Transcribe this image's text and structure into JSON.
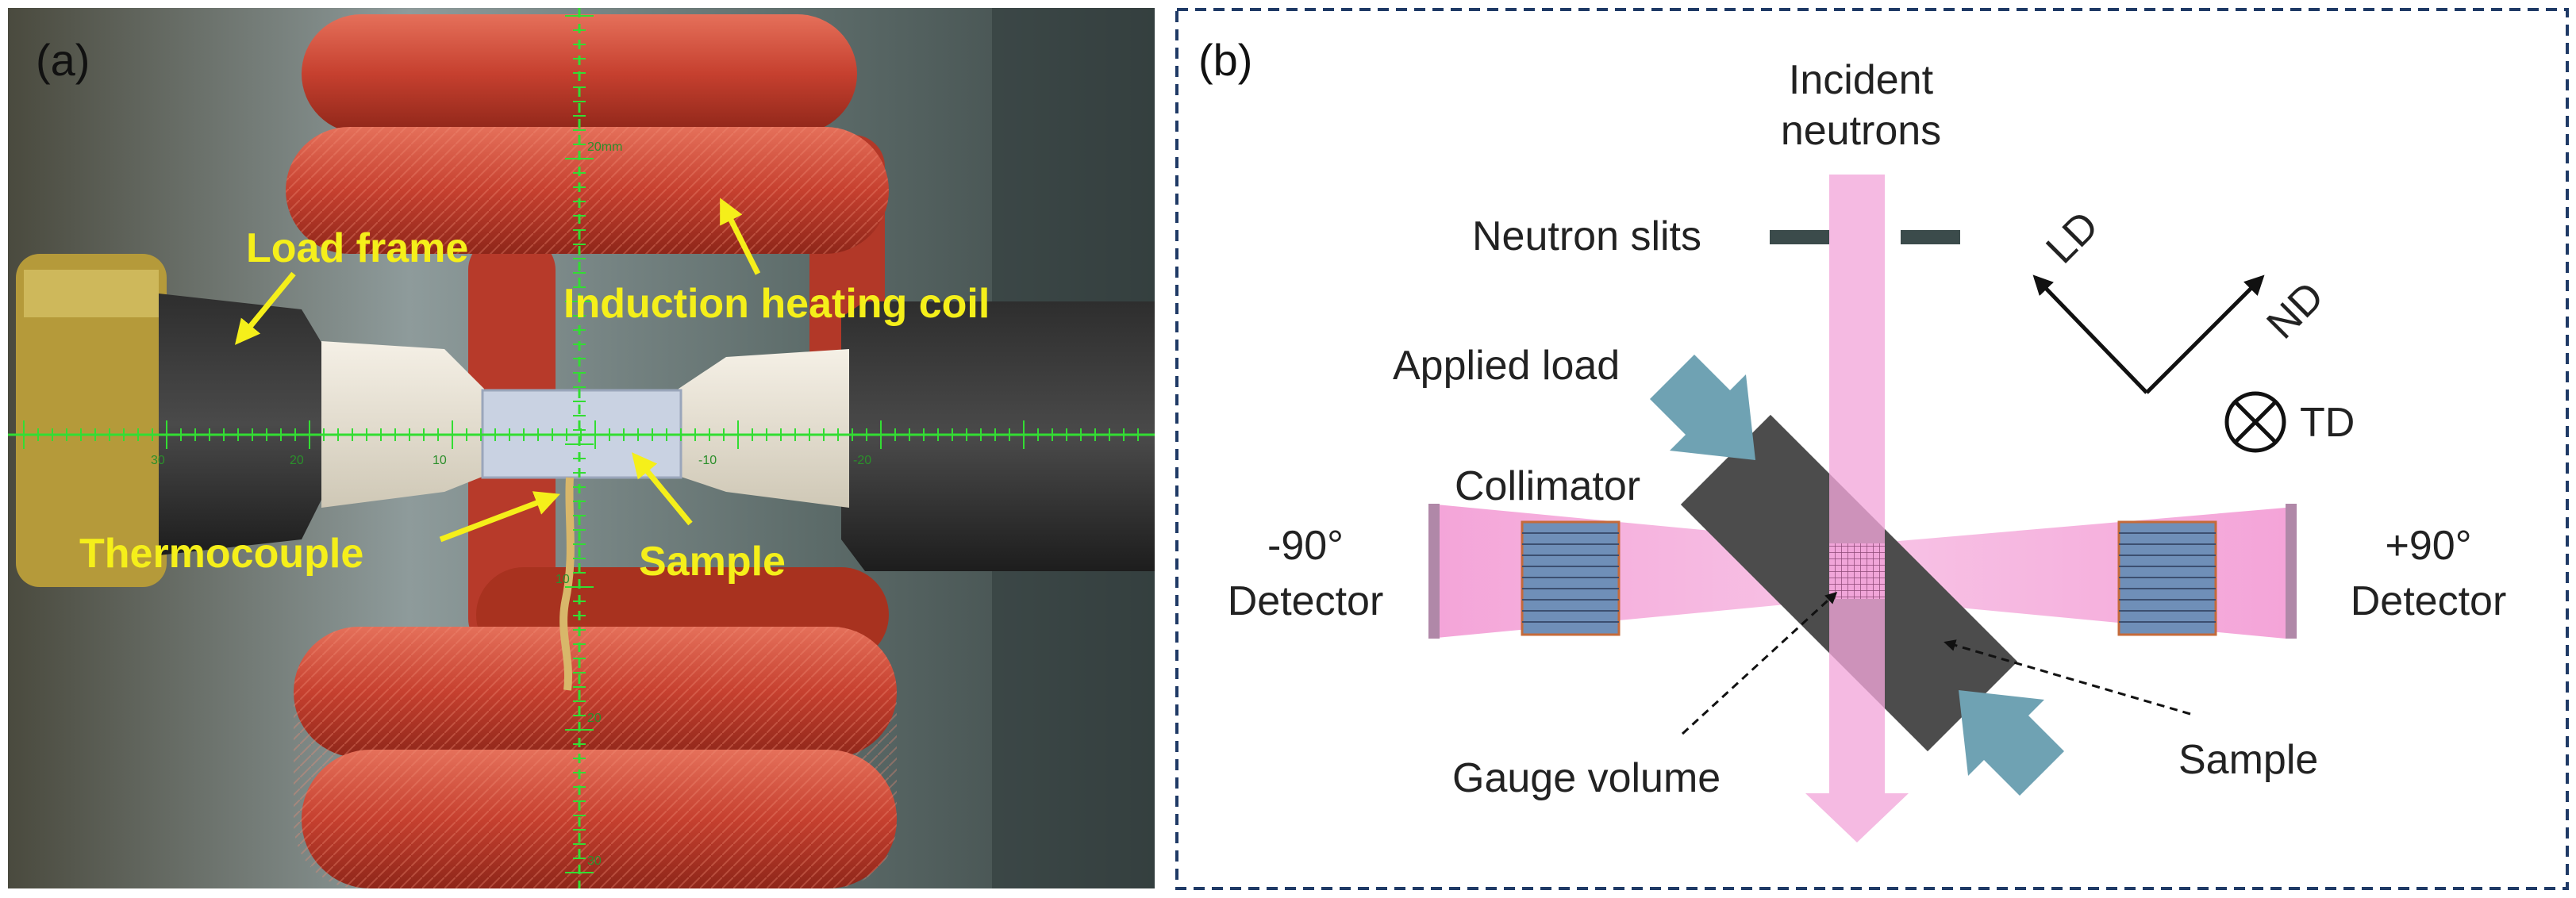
{
  "panel_a": {
    "label": "(a)",
    "annotations": {
      "load_frame": "Load frame",
      "induction_heating_coil": "Induction heating coil",
      "thermocouple": "Thermocouple",
      "sample": "Sample"
    },
    "scale_ticks": [
      "30",
      "20",
      "10",
      "-10",
      "-20",
      "20mm",
      "10",
      "20",
      "30"
    ],
    "colors": {
      "annotation_text": "#f5ef1a",
      "coil": "#c8483a",
      "crosshair": "#33dd33"
    }
  },
  "panel_b": {
    "label": "(b)",
    "incident_line1": "Incident",
    "incident_line2": "neutrons",
    "neutron_slits": "Neutron slits",
    "applied_load": "Applied load",
    "collimator": "Collimator",
    "left_detector_angle": "-90°",
    "left_detector_word": "Detector",
    "right_detector_angle": "+90°",
    "right_detector_word": "Detector",
    "gauge_volume": "Gauge volume",
    "sample": "Sample",
    "axis_ld": "LD",
    "axis_nd": "ND",
    "axis_td": "TD",
    "colors": {
      "beam": "#f2a6da",
      "collimator": "#6f8fb8",
      "load_arrow": "#6fa2b3",
      "detector": "#b088a8",
      "sample": "#555555",
      "border": "#1f3a66"
    }
  }
}
